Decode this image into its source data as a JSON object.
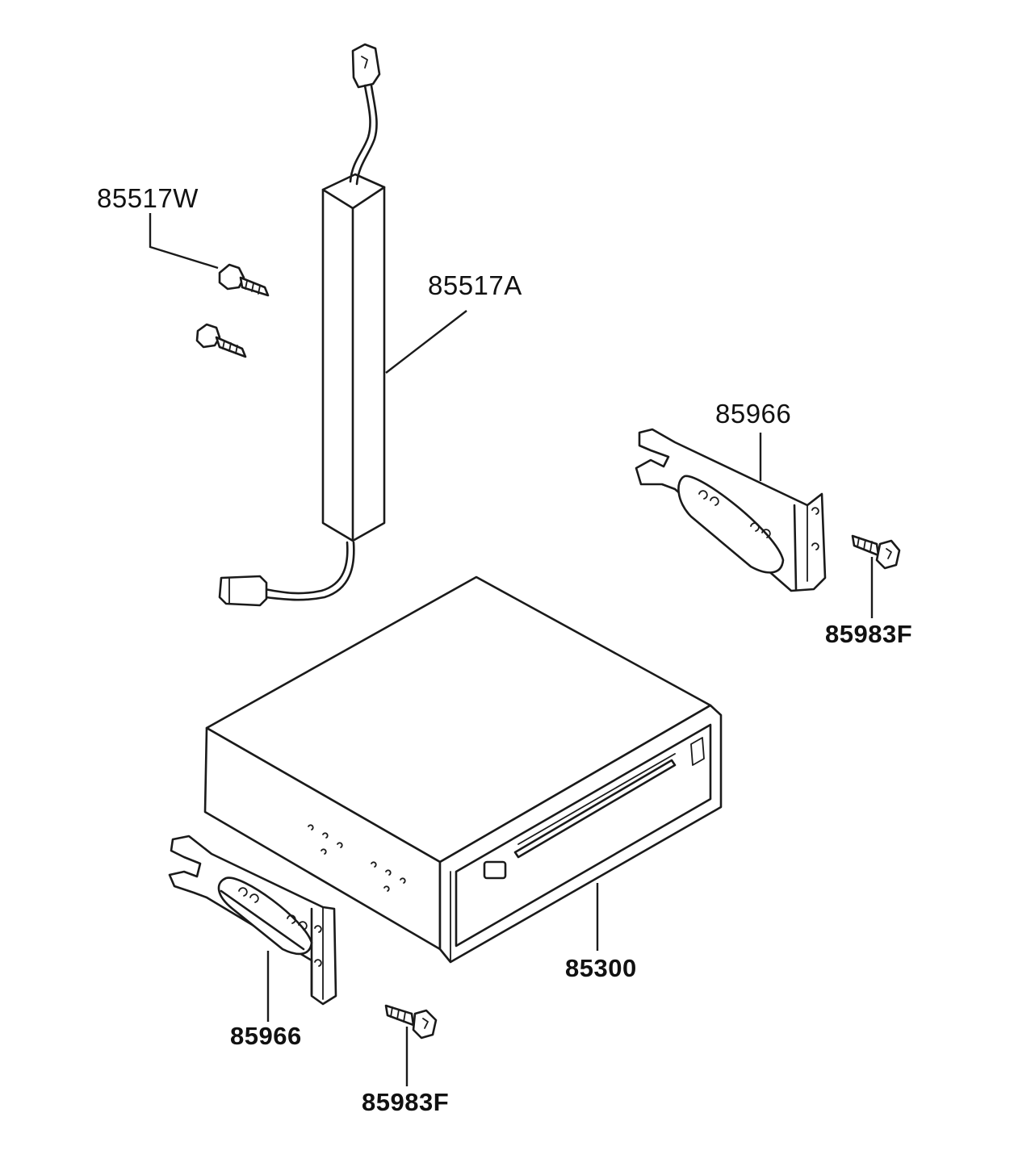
{
  "labels": {
    "screw_upper_left": "85517W",
    "antenna_unit": "85517A",
    "bracket_right": "85966",
    "screw_right": "85983F",
    "main_unit": "85300",
    "bracket_left": "85966",
    "screw_bottom": "85983F"
  }
}
